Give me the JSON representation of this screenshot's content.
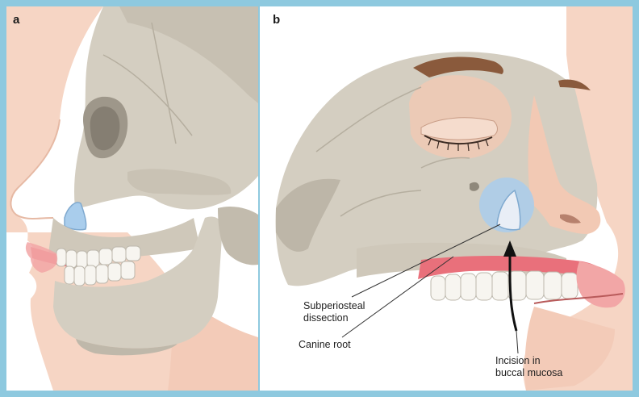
{
  "panels": [
    {
      "label": "a"
    },
    {
      "label": "b"
    }
  ],
  "callouts": {
    "subperiosteal": [
      "Subperiosteal",
      "dissection"
    ],
    "canine": "Canine root",
    "incision": [
      "Incision in",
      "buccal mucosa"
    ]
  },
  "colors": {
    "frame": "#8ec9df",
    "skin": "#f6d5c4",
    "skull": "#d4cec1",
    "skull_shade": "#a9a296",
    "gum": "#e9707b",
    "lips": "#f2a6a6",
    "dissection": "#a9cdec",
    "arrow": "#111111"
  }
}
